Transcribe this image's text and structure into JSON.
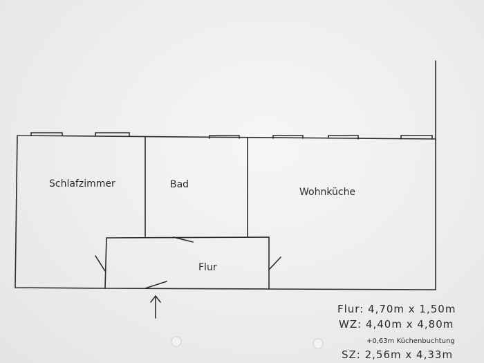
{
  "rooms": {
    "schlafzimmer": "Schlafzimmer",
    "bad": "Bad",
    "wohnkueche": "Wohnküche",
    "flur": "Flur"
  },
  "measurements": {
    "flur": "Flur: 4,70m x 1,50m",
    "wz": "WZ: 4,40m x 4,80m",
    "kuechenbuchtung": "+0,63m Küchenbuchtung",
    "sz": "SZ: 2,56m x 4,33m"
  },
  "colors": {
    "ink": "#2b2b2b",
    "paper": "#ececea"
  },
  "icons": {
    "entrance": "arrow-up-icon",
    "punch_holes": "punch-hole-icon"
  }
}
